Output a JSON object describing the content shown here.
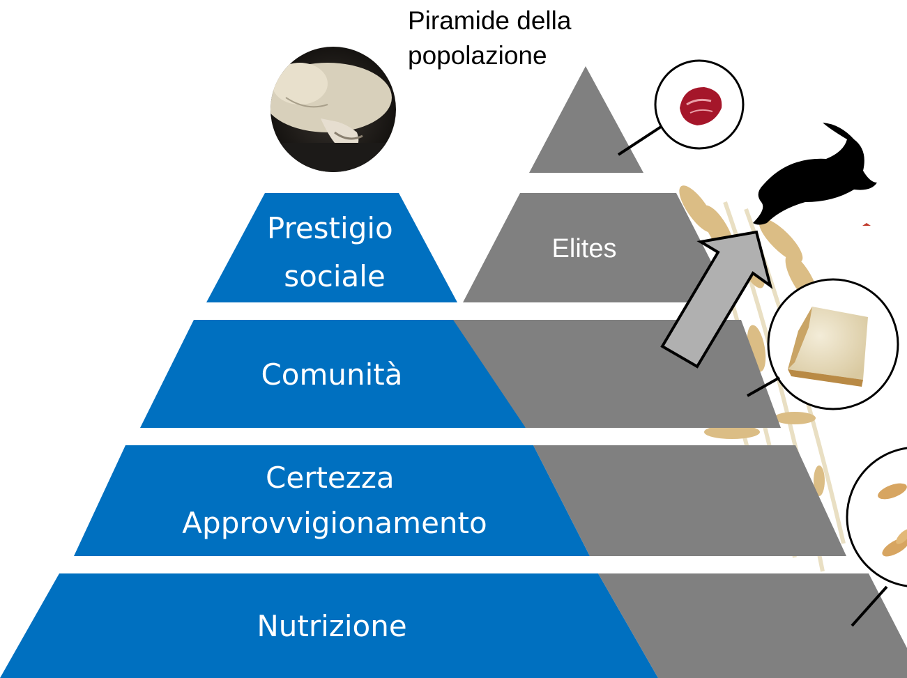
{
  "title_lines": [
    "Piramide della",
    "popolazione"
  ],
  "needs_pyramid": {
    "color": "#0070c0",
    "levels": [
      {
        "lines": [
          "Prestigio",
          "sociale"
        ]
      },
      {
        "lines": [
          "Comunità"
        ]
      },
      {
        "lines": [
          "Certezza",
          "Approvvigionamento"
        ]
      },
      {
        "lines": [
          "Nutrizione"
        ]
      }
    ]
  },
  "population_pyramid": {
    "color": "#808080",
    "top_label": "Elites"
  },
  "images": {
    "lamb": "lamb-painting-image",
    "meat": "raw-meat-image",
    "rabbit": "rabbit-silhouette",
    "cheese": "cheese-wedge-image",
    "grain": "wheat-grain-image",
    "wheat": "wheat-background-image"
  },
  "colors": {
    "arrow_fill": "#b0b0b0",
    "arrow_stroke": "#000000"
  }
}
